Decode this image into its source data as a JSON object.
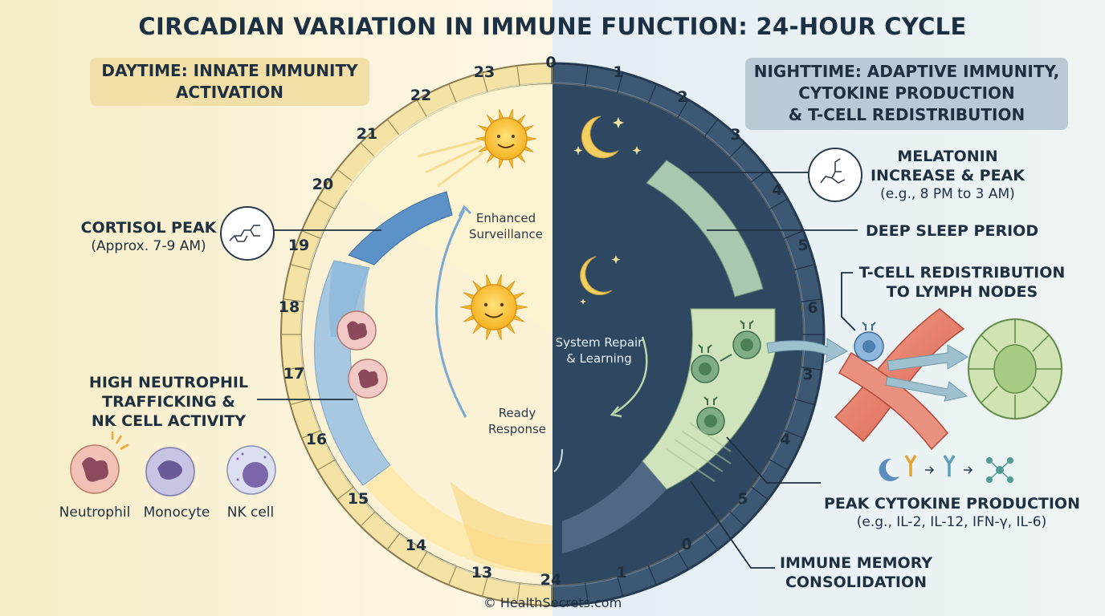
{
  "title": "CIRCADIAN VARIATION IN IMMUNE FUNCTION: 24-HOUR CYCLE",
  "day_panel": {
    "line1": "DAYTIME: INNATE IMMUNITY",
    "line2": "ACTIVATION"
  },
  "night_panel": {
    "line1": "NIGHTTIME: ADAPTIVE IMMUNITY,",
    "line2": "CYTOKINE PRODUCTION",
    "line3": "& T-CELL REDISTRIBUTION"
  },
  "clock_hours": {
    "h0": "0",
    "h1": "1",
    "h2": "2",
    "h3": "3",
    "h4": "4",
    "h5": "5",
    "h6": "6",
    "h3b": "3",
    "h4b": "4",
    "h5b": "5",
    "h0b": "0",
    "h1b": "1",
    "h24": "24",
    "h13": "13",
    "h14": "14",
    "h15": "15",
    "h16": "16",
    "h17": "17",
    "h18": "18",
    "h19": "19",
    "h20": "20",
    "h21": "21",
    "h22": "22",
    "h23": "23"
  },
  "cortisol": {
    "title": "CORTISOL PEAK",
    "detail": "(Approx. 7-9 AM)"
  },
  "neutrophil_activity": {
    "line1": "HIGH NEUTROPHIL",
    "line2": "TRAFFICKING &",
    "line3": "NK CELL ACTIVITY"
  },
  "cell_types": {
    "neutrophil": "Neutrophil",
    "monocyte": "Monocyte",
    "nk_cell": "NK cell"
  },
  "inner_labels": {
    "enhanced_1": "Enhanced",
    "enhanced_2": "Surveillance",
    "ready_1": "Ready",
    "ready_2": "Response",
    "repair_1": "System Repair",
    "repair_2": "& Learning"
  },
  "melatonin": {
    "line1": "MELATONIN",
    "line2": "INCREASE & PEAK",
    "detail": "(e.g., 8 PM to 3 AM)"
  },
  "deep_sleep": "DEEP SLEEP PERIOD",
  "tcell": {
    "line1": "T-CELL REDISTRIBUTION",
    "line2": "TO LYMPH NODES"
  },
  "cytokine": {
    "title": "PEAK CYTOKINE PRODUCTION",
    "detail": "(e.g., IL-2, IL-12, IFN-γ, IL-6)"
  },
  "memory": {
    "line1": "IMMUNE MEMORY",
    "line2": "CONSOLIDATION"
  },
  "copyright": "© HealthSecrets.com",
  "colors": {
    "day_bg": "#f8efcf",
    "night_bg": "#e6eff4",
    "night_dial": "#2f4862",
    "day_panel": "#f1dfa7",
    "night_panel": "#b9cad6"
  }
}
